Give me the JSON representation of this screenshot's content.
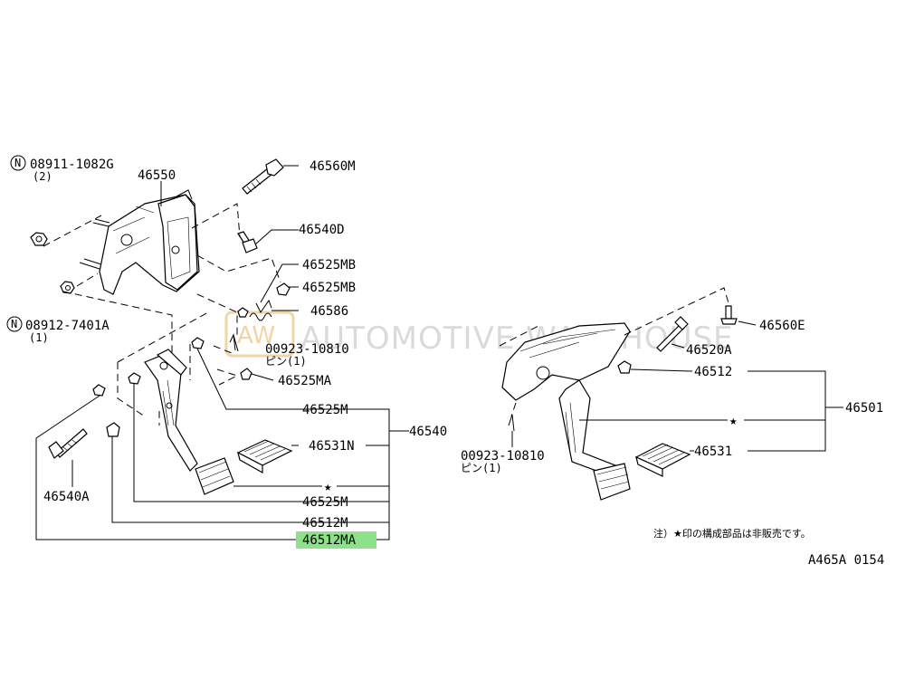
{
  "labels": {
    "n_08911": "08911-1082G",
    "n_08911_qty": "(2)",
    "n_08912": "08912-7401A",
    "n_08912_qty": "(1)",
    "l_46550": "46550",
    "l_46560M": "46560M",
    "l_46540D": "46540D",
    "l_46525MB_1": "46525MB",
    "l_46525MB_2": "46525MB",
    "l_46586": "46586",
    "l_00923_left": "00923-10810",
    "l_pin_left": "ピン(1)",
    "l_46525MA": "46525MA",
    "l_46525M_1": "46525M",
    "l_46540": "46540",
    "l_46531N": "46531N",
    "l_46525M_2": "46525M",
    "l_46512M": "46512M",
    "l_46512MA": "46512MA",
    "l_46540A": "46540A",
    "l_46560E": "46560E",
    "l_46520A": "46520A",
    "l_46512": "46512",
    "l_46501": "46501",
    "l_00923_right": "00923-10810",
    "l_pin_right": "ピン(1)",
    "l_46531": "46531",
    "star": "★",
    "n_symbol": "N"
  },
  "note": "注）★印の構成部品は非販売です。",
  "diagram_code": "A465A 0154",
  "watermark": {
    "logo": "AW",
    "text": "AUTOMOTIVE WAREHOUSE"
  },
  "highlight": {
    "part": "46512MA",
    "color": "#8fe08a"
  }
}
